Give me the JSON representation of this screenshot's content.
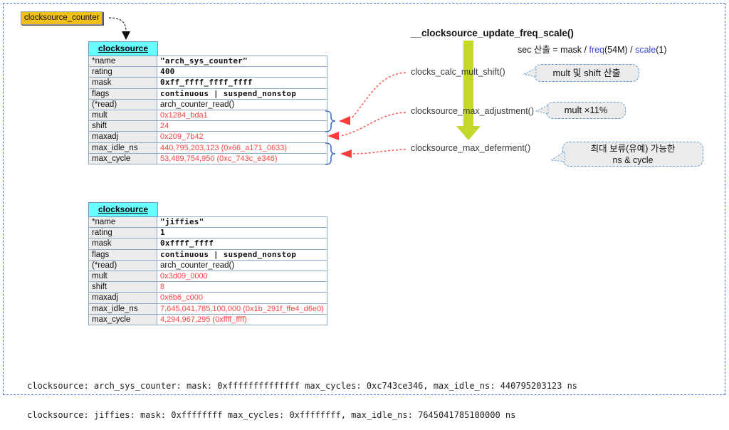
{
  "counter_label": "clocksource_counter",
  "flow": {
    "title": "__clocksource_update_freq_scale()",
    "formula": {
      "prefix": "sec 산출 = mask / ",
      "freq": "freq",
      "freq_args": "(54M) / ",
      "scale": "scale",
      "scale_args": "(1)"
    },
    "functions": [
      {
        "name": "clocks_calc_mult_shift()",
        "note": "mult 및 shift 산출"
      },
      {
        "name": "clocksource_max_adjustment()",
        "note": "mult ×11%"
      },
      {
        "name": "clocksource_max_deferment()",
        "note_line1": "최대 보류(유예) 가능한",
        "note_line2": "ns & cycle"
      }
    ]
  },
  "tables": [
    {
      "header": "clocksource",
      "rows": [
        {
          "label": "*name",
          "value": "\"arch_sys_counter\"",
          "style": "mono"
        },
        {
          "label": "rating",
          "value": "400",
          "style": "mono"
        },
        {
          "label": "mask",
          "value": "0xff_ffff_ffff_ffff",
          "style": "mono"
        },
        {
          "label": "flags",
          "value": "continuous | suspend_nonstop",
          "style": "mono"
        },
        {
          "label": "(*read)",
          "value": "arch_counter_read()",
          "style": "sans"
        },
        {
          "label": "mult",
          "value": "0x1284_bda1",
          "style": "red"
        },
        {
          "label": "shift",
          "value": "24",
          "style": "red"
        },
        {
          "label": "maxadj",
          "value": "0x209_7b42",
          "style": "red"
        },
        {
          "label": "max_idle_ns",
          "value": "440,795,203,123 (0x66_a171_0633)",
          "style": "red"
        },
        {
          "label": "max_cycle",
          "value": "53,489,754,950 (0xc_743c_e346)",
          "style": "red"
        }
      ]
    },
    {
      "header": "clocksource",
      "rows": [
        {
          "label": "*name",
          "value": "\"jiffies\"",
          "style": "mono"
        },
        {
          "label": "rating",
          "value": "1",
          "style": "mono"
        },
        {
          "label": "mask",
          "value": "0xffff_ffff",
          "style": "mono"
        },
        {
          "label": "flags",
          "value": "continuous | suspend_nonstop",
          "style": "mono"
        },
        {
          "label": "(*read)",
          "value": "arch_counter_read()",
          "style": "sans"
        },
        {
          "label": "mult",
          "value": "0x3d09_0000",
          "style": "red"
        },
        {
          "label": "shift",
          "value": "8",
          "style": "red"
        },
        {
          "label": "maxadj",
          "value": "0x6b6_c000",
          "style": "red"
        },
        {
          "label": "max_idle_ns",
          "value": "7,645,041,785,100,000 (0x1b_291f_ffe4_d6e0)",
          "style": "red"
        },
        {
          "label": "max_cycle",
          "value": "4,294,967,295 (0xffff_ffff)",
          "style": "red"
        }
      ]
    }
  ],
  "console": {
    "line1": "clocksource: arch_sys_counter: mask: 0xffffffffffffff max_cycles: 0xc743ce346, max_idle_ns: 440795203123 ns",
    "line2": "clocksource: jiffies: mask: 0xffffffff max_cycles: 0xffffffff, max_idle_ns: 7645041785100000 ns"
  },
  "colors": {
    "header_cyan": "#66ffff",
    "value_red": "#ff4343",
    "label_gold": "#f0c019",
    "arrow_green": "#c3d82b",
    "brace_blue": "#4472c4",
    "bubble_border": "#5b9bd5",
    "frame_border": "#4a72d8",
    "formula_blue": "#3b48d8"
  }
}
